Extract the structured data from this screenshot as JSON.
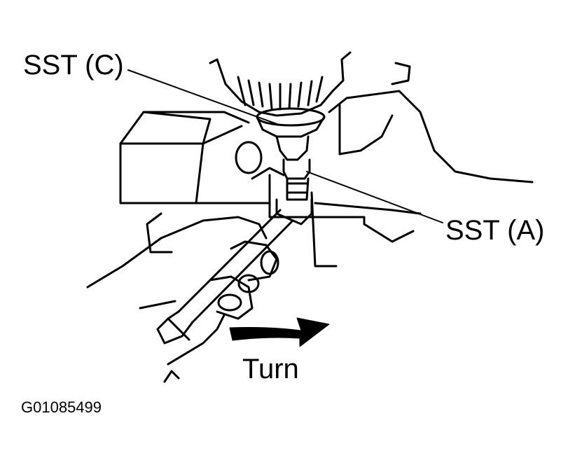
{
  "callouts": {
    "sst_c": "SST (C)",
    "sst_a": "SST (A)"
  },
  "direction_label": "Turn",
  "figure_code": "G01085499",
  "colors": {
    "line": "#000000",
    "background": "#ffffff"
  }
}
